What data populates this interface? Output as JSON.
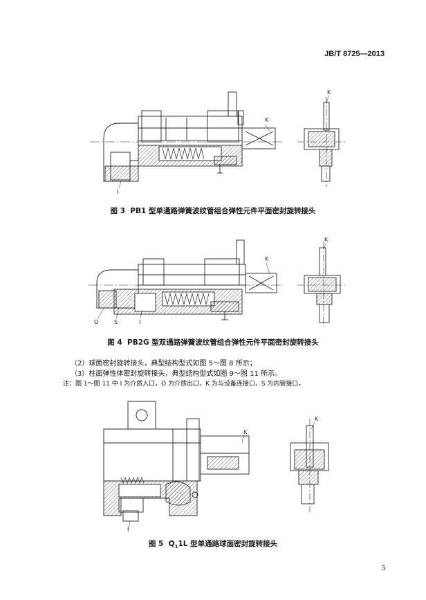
{
  "header": {
    "standard_no": "JB/T 8725—2013"
  },
  "figures": [
    {
      "caption_parts": [
        "图 3",
        "PB1 型单通路弹簧波纹管组合弹性元件平面密封旋转接头"
      ],
      "labels": {
        "k": "K",
        "i": "I"
      }
    },
    {
      "caption_parts": [
        "图 4",
        "PB2G 型双通路弹簧波纹管组合弹性元件平面密封旋转接头"
      ],
      "labels": {
        "k": "K",
        "o": "O",
        "s": "S",
        "i": "I"
      }
    },
    {
      "caption_parts": [
        "图 5",
        "Q",
        "1",
        "1L 型单通路球面密封旋转接头"
      ],
      "labels": {
        "k": "K",
        "i": "I"
      }
    }
  ],
  "body_text": [
    "（2）球面密封旋转接头，典型结构型式如图 5～图 8 所示；",
    "（3）柱面弹性体密封旋转接头，典型结构型式如图 9～图 11 所示。"
  ],
  "note": "注：图 1～图 11 中 I 为介质入口，O 为介质出口，K 为与设备连接口，S 为内管接口。",
  "page_number": "5"
}
